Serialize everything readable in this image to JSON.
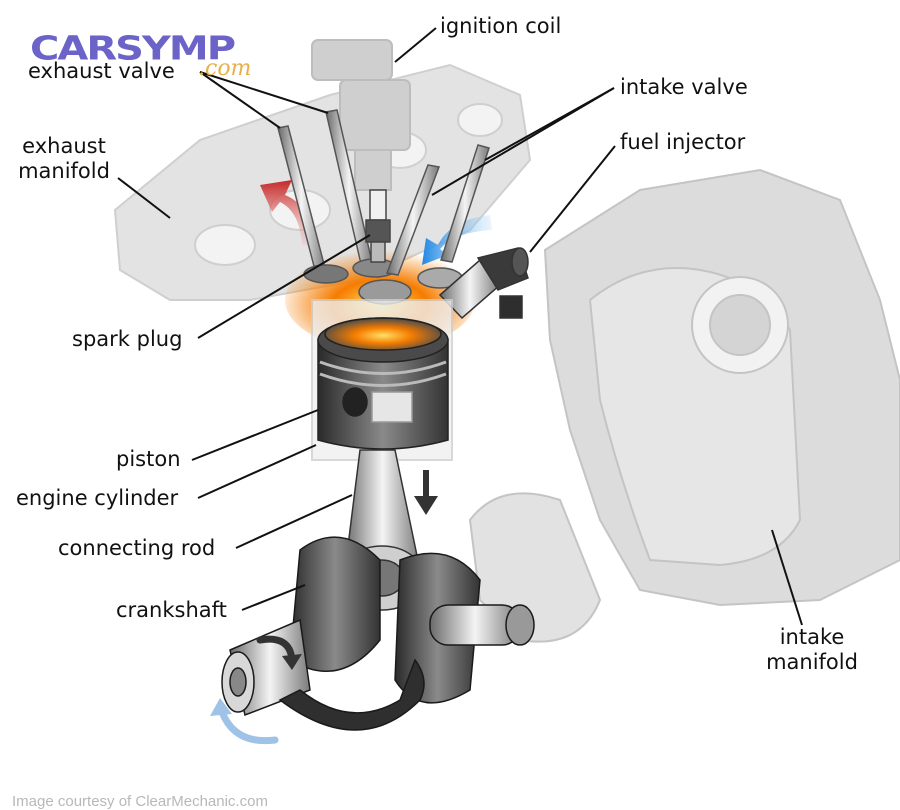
{
  "logo": {
    "main": "CARSYMP",
    "tld": ".com"
  },
  "labels": {
    "ignition_coil": "ignition coil",
    "exhaust_valve": "exhaust valve",
    "intake_valve": "intake valve",
    "fuel_injector": "fuel injector",
    "exhaust_manifold_1": "exhaust",
    "exhaust_manifold_2": "manifold",
    "spark_plug": "spark plug",
    "piston": "piston",
    "engine_cylinder": "engine cylinder",
    "connecting_rod": "connecting rod",
    "crankshaft": "crankshaft",
    "intake_manifold_1": "intake",
    "intake_manifold_2": "manifold"
  },
  "credit": "Image courtesy of ClearMechanic.com",
  "colors": {
    "leader_line": "#111111",
    "exhaust_arrow": "#c62828",
    "intake_arrow": "#1e88e5",
    "combustion": "#f57c00",
    "ghost_parts": "#d9d9d9",
    "logo": "#6b63c7",
    "logo_tld": "#e8b04a"
  }
}
